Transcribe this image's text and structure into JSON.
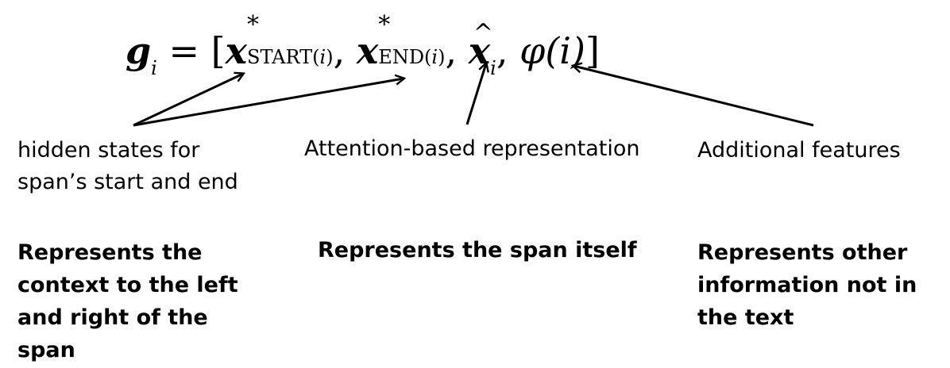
{
  "equation": {
    "lhs": "g",
    "lhs_sub": "i",
    "equals": "=",
    "open_bracket": "[",
    "x_star_start": "x",
    "star": "*",
    "start_sub_word": "START(",
    "start_sub_var": "i",
    "start_sub_close": ")",
    "comma": ",",
    "x_star_end": "x",
    "end_sub_word": "END(",
    "end_sub_var": "i",
    "end_sub_close": ")",
    "x_hat": "x",
    "x_hat_sub": "i",
    "phi": "φ(i)",
    "close_bracket": "]"
  },
  "labels": {
    "hidden_line1": "hidden states for",
    "hidden_line2": "span’s start and end",
    "attention": "Attention-based representation",
    "additional": "Additional features"
  },
  "descriptions": {
    "context_line1": "Represents the",
    "context_line2": "context to the left",
    "context_line3": "and right of the",
    "context_line4": "span",
    "span_itself": "Represents the span itself",
    "other_line1": "Represents other",
    "other_line2": "information not in",
    "other_line3": "the text"
  }
}
